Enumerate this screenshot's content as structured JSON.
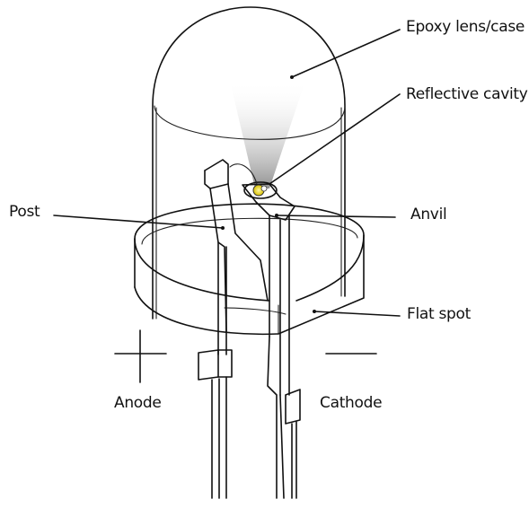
{
  "labels": {
    "epoxy": "Epoxy lens/case",
    "reflective": "Reflective cavity",
    "post": "Post",
    "anvil": "Anvil",
    "flat_spot": "Flat spot",
    "anode": "Anode",
    "cathode": "Cathode"
  },
  "symbols": {
    "plus": "+",
    "minus": "−"
  },
  "colors": {
    "ink": "#111111",
    "die": "#e8d200",
    "glow": "#9a9a9a"
  }
}
